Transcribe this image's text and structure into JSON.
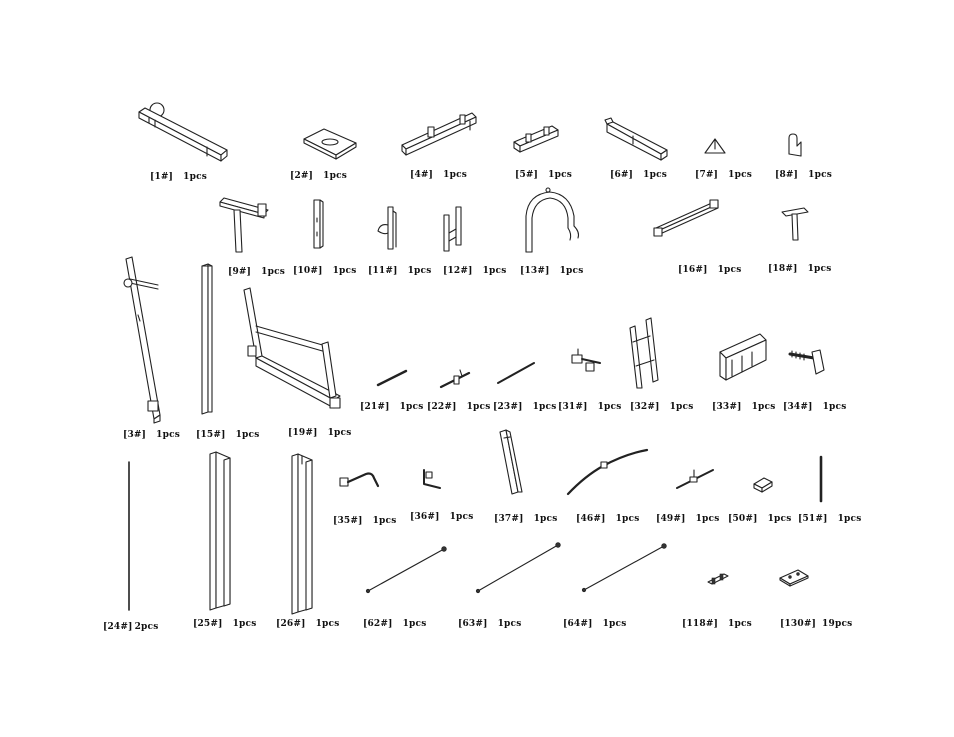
{
  "parts": [
    {
      "id": "p1",
      "code": "[1#]",
      "qty": "1pcs"
    },
    {
      "id": "p2",
      "code": "[2#]",
      "qty": "1pcs"
    },
    {
      "id": "p4",
      "code": "[4#]",
      "qty": "1pcs"
    },
    {
      "id": "p5",
      "code": "[5#]",
      "qty": "1pcs"
    },
    {
      "id": "p6",
      "code": "[6#]",
      "qty": "1pcs"
    },
    {
      "id": "p7",
      "code": "[7#]",
      "qty": "1pcs"
    },
    {
      "id": "p8",
      "code": "[8#]",
      "qty": "1pcs"
    },
    {
      "id": "p9",
      "code": "[9#]",
      "qty": "1pcs"
    },
    {
      "id": "p10",
      "code": "[10#]",
      "qty": "1pcs"
    },
    {
      "id": "p11",
      "code": "[11#]",
      "qty": "1pcs"
    },
    {
      "id": "p12",
      "code": "[12#]",
      "qty": "1pcs"
    },
    {
      "id": "p13",
      "code": "[13#]",
      "qty": "1pcs"
    },
    {
      "id": "p16",
      "code": "[16#]",
      "qty": "1pcs"
    },
    {
      "id": "p18",
      "code": "[18#]",
      "qty": "1pcs"
    },
    {
      "id": "p3",
      "code": "[3#]",
      "qty": "1pcs"
    },
    {
      "id": "p15",
      "code": "[15#]",
      "qty": "1pcs"
    },
    {
      "id": "p19",
      "code": "[19#]",
      "qty": "1pcs"
    },
    {
      "id": "p21",
      "code": "[21#]",
      "qty": "1pcs"
    },
    {
      "id": "p22",
      "code": "[22#]",
      "qty": "1pcs"
    },
    {
      "id": "p23",
      "code": "[23#]",
      "qty": "1pcs"
    },
    {
      "id": "p31",
      "code": "[31#]",
      "qty": "1pcs"
    },
    {
      "id": "p32",
      "code": "[32#]",
      "qty": "1pcs"
    },
    {
      "id": "p33",
      "code": "[33#]",
      "qty": "1pcs"
    },
    {
      "id": "p34",
      "code": "[34#]",
      "qty": "1pcs"
    },
    {
      "id": "p35",
      "code": "[35#]",
      "qty": "1pcs"
    },
    {
      "id": "p36",
      "code": "[36#]",
      "qty": "1pcs"
    },
    {
      "id": "p37",
      "code": "[37#]",
      "qty": "1pcs"
    },
    {
      "id": "p46",
      "code": "[46#]",
      "qty": "1pcs"
    },
    {
      "id": "p49",
      "code": "[49#]",
      "qty": "1pcs"
    },
    {
      "id": "p50",
      "code": "[50#]",
      "qty": "1pcs"
    },
    {
      "id": "p51",
      "code": "[51#]",
      "qty": "1pcs"
    },
    {
      "id": "p24",
      "code": "[24#]",
      "qty": "2pcs"
    },
    {
      "id": "p25",
      "code": "[25#]",
      "qty": "1pcs"
    },
    {
      "id": "p26",
      "code": "[26#]",
      "qty": "1pcs"
    },
    {
      "id": "p62",
      "code": "[62#]",
      "qty": "1pcs"
    },
    {
      "id": "p63",
      "code": "[63#]",
      "qty": "1pcs"
    },
    {
      "id": "p64",
      "code": "[64#]",
      "qty": "1pcs"
    },
    {
      "id": "p118",
      "code": "[118#]",
      "qty": "1pcs"
    },
    {
      "id": "p130",
      "code": "[130#]",
      "qty": "19pcs"
    }
  ]
}
